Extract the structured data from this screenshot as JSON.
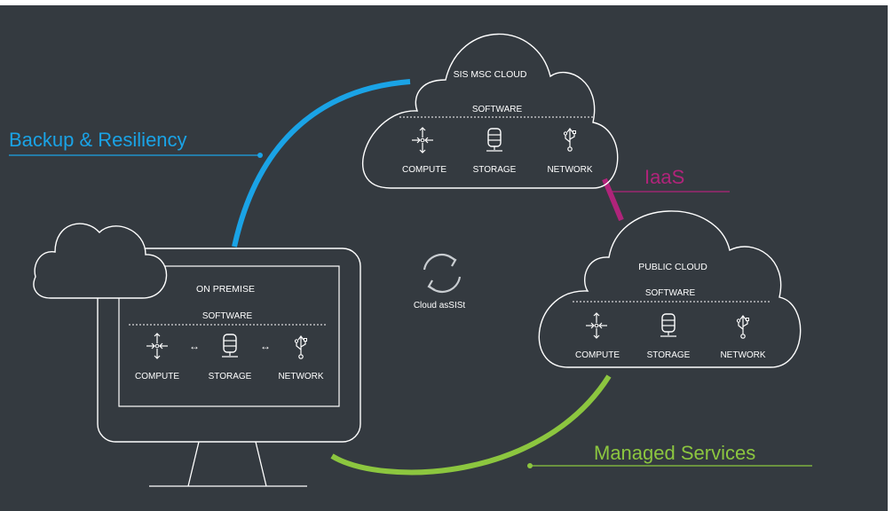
{
  "colors": {
    "background": "#343a40",
    "backup": "#1aa3e6",
    "managed": "#8cc63f",
    "iaas": "#b0247a",
    "stroke": "#ffffff"
  },
  "labels": {
    "backup": "Backup & Resiliency",
    "iaas": "IaaS",
    "managed": "Managed Services",
    "center": "Cloud asSISt"
  },
  "sis_cloud": {
    "title": "SIS MSC CLOUD",
    "software": "SOFTWARE",
    "items": [
      "COMPUTE",
      "STORAGE",
      "NETWORK"
    ]
  },
  "public_cloud": {
    "title": "PUBLIC CLOUD",
    "software": "SOFTWARE",
    "items": [
      "COMPUTE",
      "STORAGE",
      "NETWORK"
    ]
  },
  "on_premise": {
    "title": "ON PREMISE",
    "software": "SOFTWARE",
    "items": [
      "COMPUTE",
      "STORAGE",
      "NETWORK"
    ]
  },
  "icons": [
    "compute-icon",
    "storage-icon",
    "network-icon",
    "sync-icon",
    "cloud-icon",
    "monitor-icon"
  ]
}
